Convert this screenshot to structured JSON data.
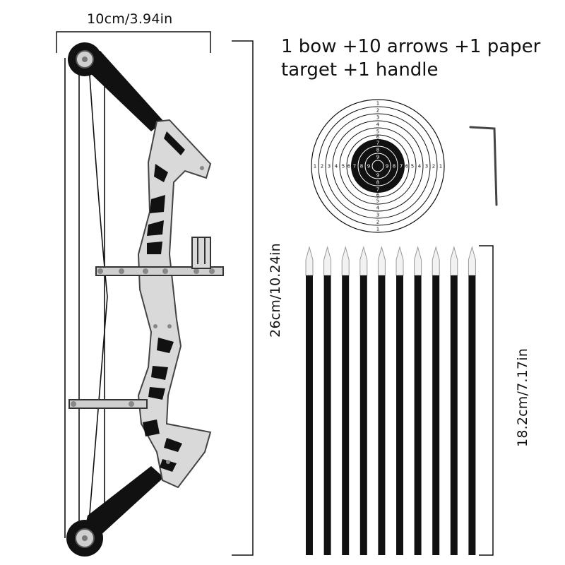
{
  "product": {
    "contents_line1": "1 bow +10 arrows +1 paper",
    "contents_line2": "target +1 handle"
  },
  "dimensions": {
    "bow_width": "10cm/3.94in",
    "bow_height": "26cm/10.24in",
    "arrow_length": "18.2cm/7.17in"
  },
  "target": {
    "ring_numbers": [
      "1",
      "2",
      "3",
      "4",
      "5",
      "6",
      "7",
      "8",
      "9"
    ]
  },
  "arrows": {
    "count": 10
  }
}
